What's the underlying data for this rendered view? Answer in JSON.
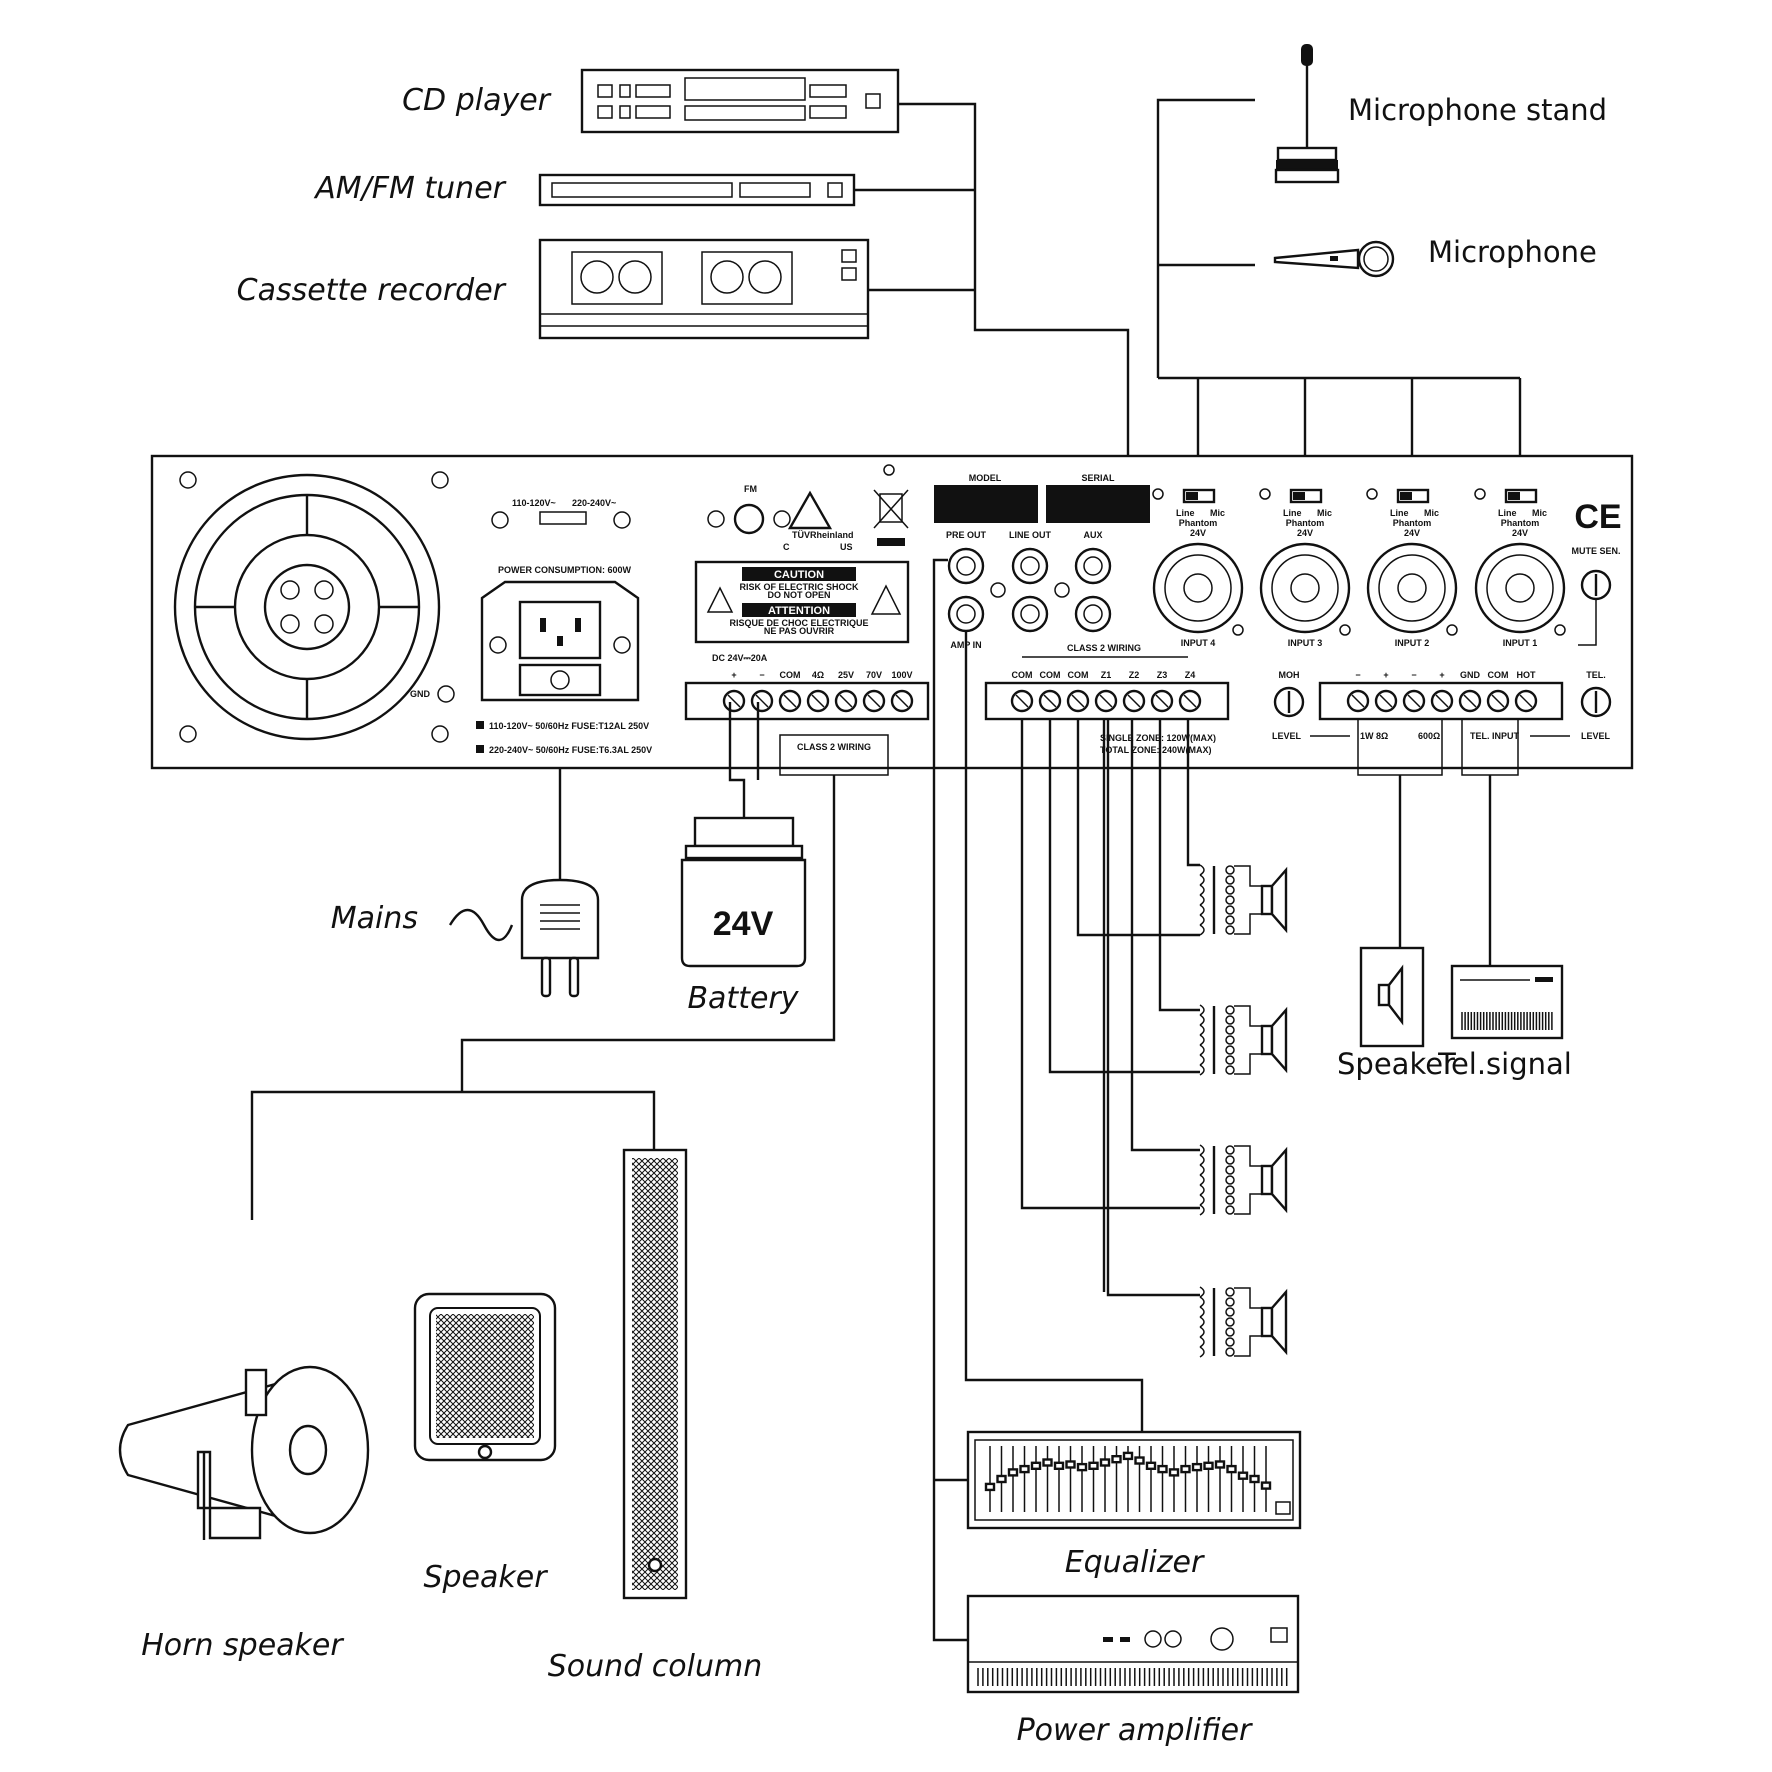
{
  "sources": {
    "cd_player": "CD player",
    "tuner": "AM/FM tuner",
    "cassette": "Cassette recorder"
  },
  "mics": {
    "stand": "Microphone stand",
    "handheld": "Microphone"
  },
  "panel": {
    "voltage_sel_1": "110-120V~",
    "voltage_sel_2": "220-240V~",
    "power_consumption": "POWER CONSUMPTION: 600W",
    "fuse_1": "110-120V~ 50/60Hz FUSE:T12AL 250V",
    "fuse_2": "220-240V~ 50/60Hz FUSE:T6.3AL 250V",
    "gnd": "GND",
    "fm": "FM",
    "cert_c": "C",
    "cert_us": "US",
    "cert_name": "TÜVRheinland",
    "caution": "CAUTION",
    "caution_sub1": "RISK OF ELECTRIC SHOCK",
    "caution_sub2": "DO NOT OPEN",
    "attention": "ATTENTION",
    "attention_sub1": "RISQUE DE CHOC ELECTRIQUE",
    "attention_sub2": "NE PAS OUVRIR",
    "model": "MODEL",
    "serial": "SERIAL",
    "pre_out": "PRE OUT",
    "line_out": "LINE OUT",
    "aux": "AUX",
    "amp_in": "AMP IN",
    "dc": "DC 24V⎓20A",
    "dc_terms": [
      "+",
      "−",
      "COM",
      "4Ω",
      "25V",
      "70V",
      "100V"
    ],
    "class2_a": "CLASS 2 WIRING",
    "class2_b": "CLASS 2 WIRING",
    "zone_terms": [
      "COM",
      "COM",
      "COM",
      "Z1",
      "Z2",
      "Z3",
      "Z4"
    ],
    "single_zone": "SINGLE ZONE: 120W(MAX)",
    "total_zone": "TOTAL ZONE: 240W(MAX)",
    "inputs": [
      "INPUT 4",
      "INPUT 3",
      "INPUT 2",
      "INPUT 1"
    ],
    "line": "Line",
    "mic": "Mic",
    "phantom": "Phantom",
    "phantom_v": "24V",
    "ce": "CE",
    "mute_sen": "MUTE SEN.",
    "tel": "TEL.",
    "moh": "MOH",
    "level": "LEVEL",
    "level_r": "LEVEL",
    "right_terms": [
      "−",
      "+",
      "−",
      "+",
      "GND",
      "COM",
      "HOT"
    ],
    "w8": "1W 8Ω",
    "ohm600": "600Ω",
    "tel_input": "TEL. INPUT"
  },
  "outputs": {
    "mains": "Mains",
    "battery_v": "24V",
    "battery": "Battery",
    "speaker_r": "Speaker",
    "tel_signal": "Tel.signal",
    "speaker_l": "Speaker",
    "horn": "Horn speaker",
    "column": "Sound column",
    "equalizer": "Equalizer",
    "power_amp": "Power amplifier"
  }
}
